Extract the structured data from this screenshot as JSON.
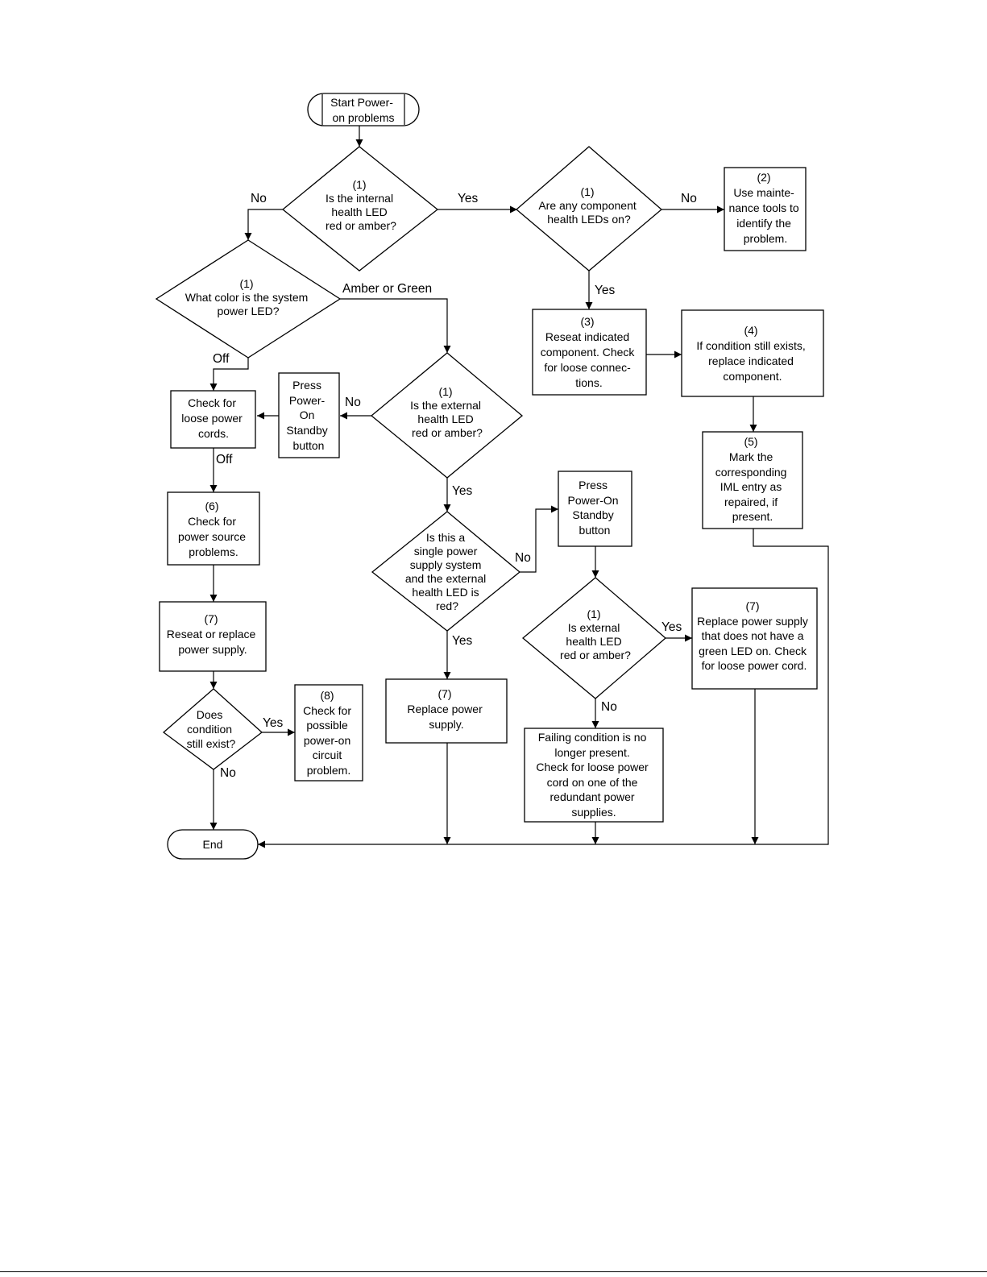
{
  "nodes": {
    "start": [
      "Start Power-",
      "on problems"
    ],
    "q_internal": [
      "(1)",
      "Is the internal",
      "health LED",
      "red or amber?"
    ],
    "q_component": [
      "(1)",
      "Are any component",
      "health LEDs on?"
    ],
    "maint_tools": [
      "(2)",
      "Use mainte-",
      "nance tools to",
      "identify the",
      "problem."
    ],
    "q_system_led": [
      "(1)",
      "What color is the system",
      "power LED?"
    ],
    "reseat_component": [
      "(3)",
      "Reseat indicated",
      "component. Check",
      "for loose connec-",
      "tions."
    ],
    "replace_component": [
      "(4)",
      "If condition still exists,",
      "replace indicated",
      "component."
    ],
    "check_cords": [
      "Check for",
      "loose power",
      "cords."
    ],
    "press_standby_1": [
      "Press",
      "Power-",
      "On",
      "Standby",
      "button"
    ],
    "q_external": [
      "(1)",
      "Is the external",
      "health LED",
      "red or amber?"
    ],
    "mark_iml": [
      "(5)",
      "Mark the",
      "corresponding",
      "IML entry as",
      "repaired, if",
      "present."
    ],
    "power_source": [
      "(6)",
      "Check for",
      "power source",
      "problems."
    ],
    "q_single_supply": [
      "Is this a",
      "single power",
      "supply system",
      "and the external",
      "health LED is",
      "red?"
    ],
    "press_standby_2": [
      "Press",
      "Power-On",
      "Standby",
      "button"
    ],
    "reseat_supply": [
      "(7)",
      "Reseat or replace",
      "power supply."
    ],
    "q_external_2": [
      "(1)",
      "Is external",
      "health LED",
      "red or amber?"
    ],
    "replace_no_green": [
      "(7)",
      "Replace power supply",
      "that does not have a",
      "green LED on. Check",
      "for loose power cord."
    ],
    "q_condition": [
      "Does",
      "condition",
      "still exist?"
    ],
    "circuit_problem": [
      "(8)",
      "Check for",
      "possible",
      "power-on",
      "circuit",
      "problem."
    ],
    "replace_supply": [
      "(7)",
      "Replace power",
      "supply."
    ],
    "failing_gone": [
      "Failing condition is no",
      "longer present.",
      "Check for loose power",
      "cord on one of the",
      "redundant power",
      "supplies."
    ],
    "end": [
      "End"
    ]
  },
  "edge_labels": {
    "no_internal": "No",
    "yes_internal": "Yes",
    "no_component": "No",
    "yes_component": "Yes",
    "amber_green": "Amber or Green",
    "off_system": "Off",
    "no_external": "No",
    "off_cords": "Off",
    "yes_external": "Yes",
    "no_single": "No",
    "yes_single": "Yes",
    "yes_external_2": "Yes",
    "no_external_2": "No",
    "yes_condition": "Yes",
    "no_condition": "No"
  }
}
